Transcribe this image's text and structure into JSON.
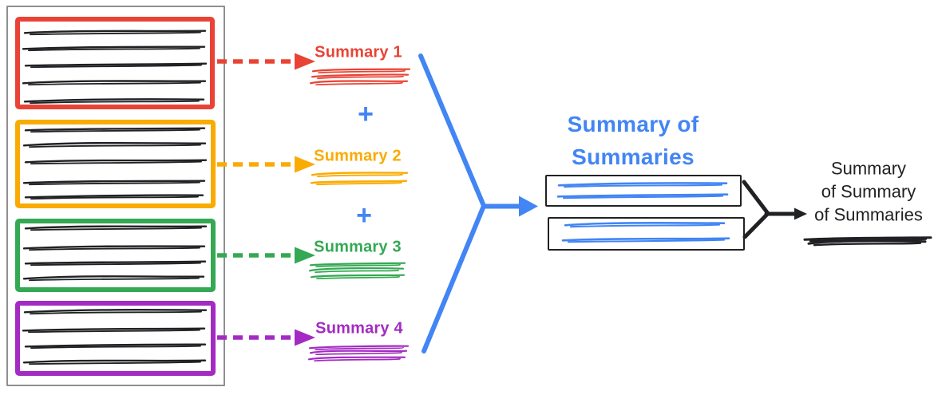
{
  "colors": {
    "red": "#E94335",
    "yellow": "#F9AB00",
    "green": "#34A853",
    "purple": "#A32BC2",
    "blue": "#4285F4",
    "ink": "#202124",
    "frame": "#8F8F8F"
  },
  "labels": {
    "summary_1": "Summary 1",
    "summary_2": "Summary 2",
    "summary_3": "Summary 3",
    "summary_4": "Summary 4",
    "plus": "+",
    "intermediate_title_line_1": "Summary of",
    "intermediate_title_line_2": "Summaries",
    "final_line_1": "Summary",
    "final_line_2": "of Summary",
    "final_line_3": "of Summaries"
  },
  "structure": {
    "source_document_boxes": [
      {
        "border_color": "#E94335",
        "scribble_line_count": 5
      },
      {
        "border_color": "#F9AB00",
        "scribble_line_count": 5
      },
      {
        "border_color": "#34A853",
        "scribble_line_count": 4
      },
      {
        "border_color": "#A32BC2",
        "scribble_line_count": 4
      }
    ],
    "intermediate_summary_boxes": [
      {
        "scribble_color": "#4285F4",
        "scribble_line_count": 2
      },
      {
        "scribble_color": "#4285F4",
        "scribble_line_count": 2
      }
    ]
  }
}
